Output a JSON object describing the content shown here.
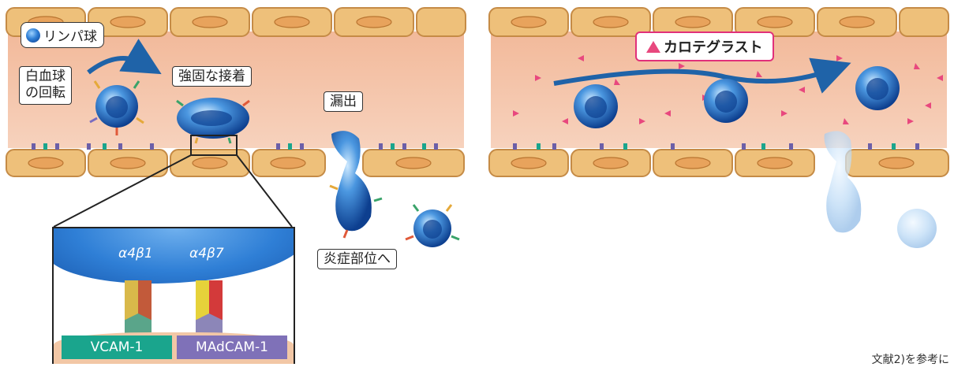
{
  "legend": {
    "icon": "lymphocyte-icon",
    "label": "リンパ球"
  },
  "left_panel": {
    "rolling_label": "白血球\nの回転",
    "adhesion_label": "強固な接着",
    "leakage_label": "漏出",
    "inflammation_label": "炎症部位へ"
  },
  "right_panel": {
    "drug_icon": "pink-triangle-icon",
    "drug_label": "カロテグラスト"
  },
  "zoom": {
    "integrin_1": "α4β1",
    "integrin_2": "α4β7",
    "receptor_1": "VCAM-1",
    "receptor_2": "MAdCAM-1"
  },
  "colors": {
    "vessel": "#f4c7a8",
    "endothelium": "#eec07a",
    "lymphocyte": "#2f7fd6",
    "vcam": "#1aa58d",
    "madcam": "#7f71b8",
    "drug": "#e8487e",
    "drug_border": "#e1307a",
    "arrow": "#1f63a8"
  },
  "reference": "文献2)を参考に"
}
